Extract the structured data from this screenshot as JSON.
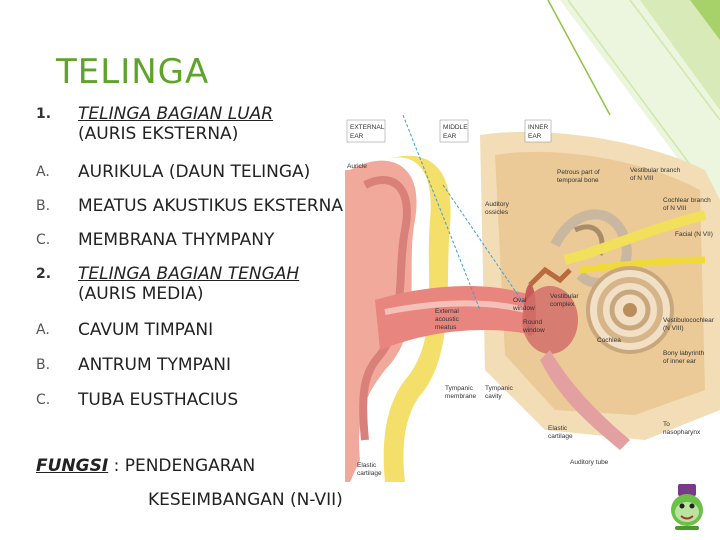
{
  "title": "TELINGA",
  "items": [
    {
      "num": "1.",
      "main": "TELINGA BAGIAN LUAR",
      "sub": "(AURIS EKSTERNA)"
    },
    {
      "num": "A.",
      "text": "AURIKULA (DAUN TELINGA)"
    },
    {
      "num": "B.",
      "text": "MEATUS AKUSTIKUS EKSTERNA"
    },
    {
      "num": "C.",
      "text": "MEMBRANA THYMPANY"
    },
    {
      "num": "2.",
      "main": "TELINGA BAGIAN TENGAH",
      "sub": "(AURIS MEDIA)"
    },
    {
      "num": "A.",
      "text": "CAVUM TIMPANI"
    },
    {
      "num": "B.",
      "text": "ANTRUM TYMPANI"
    },
    {
      "num": "C.",
      "text": "TUBA EUSTHACIUS"
    }
  ],
  "fungsi": {
    "label": "FUNGSI",
    "sep": " : ",
    "value1": "PENDENGARAN",
    "value2": "KESEIMBANGAN (N-VII)"
  },
  "diagram": {
    "headers": {
      "external": [
        "EXTERNAL",
        "EAR"
      ],
      "middle": [
        "MIDDLE",
        "EAR"
      ],
      "inner": [
        "INNER",
        "EAR"
      ]
    },
    "labels": {
      "auricle": "Auricle",
      "petrous": [
        "Petrous part of",
        "temporal bone"
      ],
      "vestibular_branch": [
        "Vestibular branch",
        "of N VIII"
      ],
      "cochlear_branch": [
        "Cochlear branch",
        "of N VIII"
      ],
      "facial": "Facial (N VII)",
      "auditory_ossicles": [
        "Auditory",
        "ossicles"
      ],
      "vestibular_complex": [
        "Vestibular",
        "complex"
      ],
      "oval_window": [
        "Oval",
        "window"
      ],
      "round_window": [
        "Round",
        "window"
      ],
      "external_meatus": [
        "External",
        "acoustic",
        "meatus"
      ],
      "vestibulocochlear": [
        "Vestibulocochlear",
        "(N VIII)"
      ],
      "cochlea": "Cochlea",
      "bony_labyrinth": [
        "Bony labyrinth",
        "of inner ear"
      ],
      "tympanic_membrane": [
        "Tympanic",
        "membrane"
      ],
      "tympanic_cavity": [
        "Tympanic",
        "cavity"
      ],
      "elastic_cartilage_1": [
        "Elastic",
        "cartilage"
      ],
      "to_nasopharynx": [
        "To",
        "nasopharynx"
      ],
      "elastic_cartilage_2": [
        "Elastic",
        "cartilage"
      ],
      "auditory_tube": "Auditory tube"
    }
  }
}
